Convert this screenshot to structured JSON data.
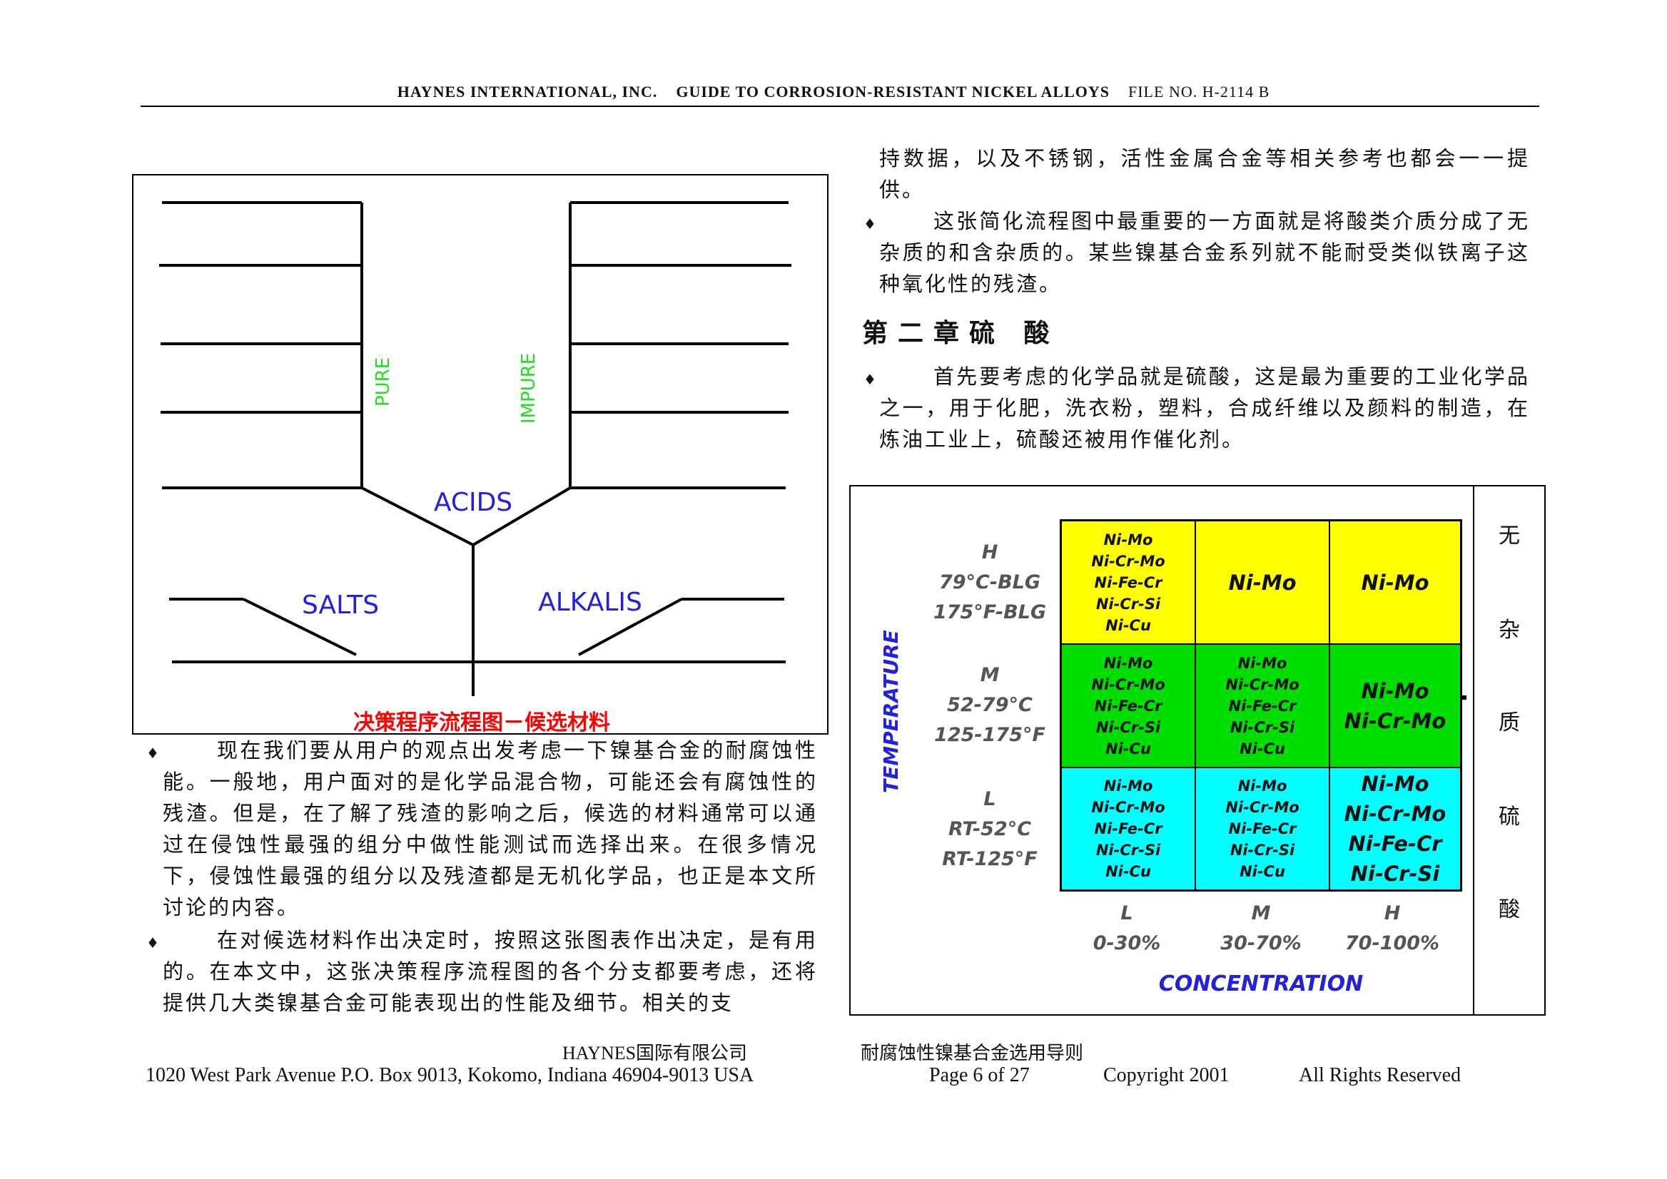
{
  "header": {
    "company": "HAYNES INTERNATIONAL, INC.",
    "guide": "GUIDE TO CORROSION-RESISTANT NICKEL ALLOYS",
    "file_no": "FILE NO. H-2114 B"
  },
  "flowchart": {
    "pure": "PURE",
    "impure": "IMPURE",
    "acids": "ACIDS",
    "salts": "SALTS",
    "alkalis": "ALKALIS",
    "caption": "决策程序流程图－候选材料",
    "colors": {
      "label_blue": "#2222dd",
      "label_green": "#22dd22",
      "caption_red": "#ff0000"
    }
  },
  "left_text": {
    "bullet": "♦",
    "p1": "现在我们要从用户的观点出发考虑一下镍基合金的耐腐蚀性能。一般地，用户面对的是化学品混合物，可能还会有腐蚀性的残渣。但是，在了解了残渣的影响之后，候选的材料通常可以通过在侵蚀性最强的组分中做性能测试而选择出来。在很多情况下，侵蚀性最强的组分以及残渣都是无机化学品，也正是本文所讨论的内容。",
    "p2": "在对候选材料作出决定时，按照这张图表作出决定，是有用的。在本文中，这张决策程序流程图的各个分支都要考虑，还将提供几大类镍基合金可能表现出的性能及细节。相关的支"
  },
  "right_text": {
    "p0": "持数据，以及不锈钢，活性金属合金等相关参考也都会一一提供。",
    "p1": "这张简化流程图中最重要的一方面就是将酸类介质分成了无杂质的和含杂质的。某些镍基合金系列就不能耐受类似铁离子这种氧化性的残渣。",
    "chapter": "第二章硫  酸",
    "p2": "首先要考虑的化学品就是硫酸，这是最为重要的工业化学品之一，用于化肥，洗衣粉，塑料，合成纤维以及颜料的制造，在炼油工业上，硫酸还被用作催化剂。"
  },
  "matrix": {
    "temperature_label": "TEMPERATURE",
    "concentration_label": "CONCENTRATION",
    "rows": [
      {
        "code": "H",
        "c": "79°C-BLG",
        "f": "175°F-BLG"
      },
      {
        "code": "M",
        "c": "52-79°C",
        "f": "125-175°F"
      },
      {
        "code": "L",
        "c": "RT-52°C",
        "f": "RT-125°F"
      }
    ],
    "cols": [
      {
        "code": "L",
        "range": "0-30%"
      },
      {
        "code": "M",
        "range": "30-70%"
      },
      {
        "code": "H",
        "range": "70-100%"
      }
    ],
    "cells": {
      "r0c0": [
        "Ni-Mo",
        "Ni-Cr-Mo",
        "Ni-Fe-Cr",
        "Ni-Cr-Si",
        "Ni-Cu"
      ],
      "r0c1": [
        "Ni-Mo"
      ],
      "r0c2": [
        "Ni-Mo"
      ],
      "r1c0": [
        "Ni-Mo",
        "Ni-Cr-Mo",
        "Ni-Fe-Cr",
        "Ni-Cr-Si",
        "Ni-Cu"
      ],
      "r1c1": [
        "Ni-Mo",
        "Ni-Cr-Mo",
        "Ni-Fe-Cr",
        "Ni-Cr-Si",
        "Ni-Cu"
      ],
      "r1c2": [
        "Ni-Mo",
        "Ni-Cr-Mo"
      ],
      "r2c0": [
        "Ni-Mo",
        "Ni-Cr-Mo",
        "Ni-Fe-Cr",
        "Ni-Cr-Si",
        "Ni-Cu"
      ],
      "r2c1": [
        "Ni-Mo",
        "Ni-Cr-Mo",
        "Ni-Fe-Cr",
        "Ni-Cr-Si",
        "Ni-Cu"
      ],
      "r2c2": [
        "Ni-Mo",
        "Ni-Cr-Mo",
        "Ni-Fe-Cr",
        "Ni-Cr-Si"
      ]
    },
    "side_chars": [
      "无",
      "杂",
      "质",
      "硫",
      "酸"
    ],
    "colors": {
      "high": "#ffff00",
      "medium": "#00dd00",
      "low": "#00ffff",
      "axis_blue": "#2222dd"
    }
  },
  "footer": {
    "company_cn": "HAYNES国际有限公司",
    "title_cn": "耐腐蚀性镍基合金选用导则",
    "address": "1020 West Park Avenue P.O. Box 9013, Kokomo, Indiana 46904-9013 USA",
    "page": "Page 6 of 27",
    "copyright": "Copyright 2001",
    "rights": "All Rights Reserved"
  }
}
